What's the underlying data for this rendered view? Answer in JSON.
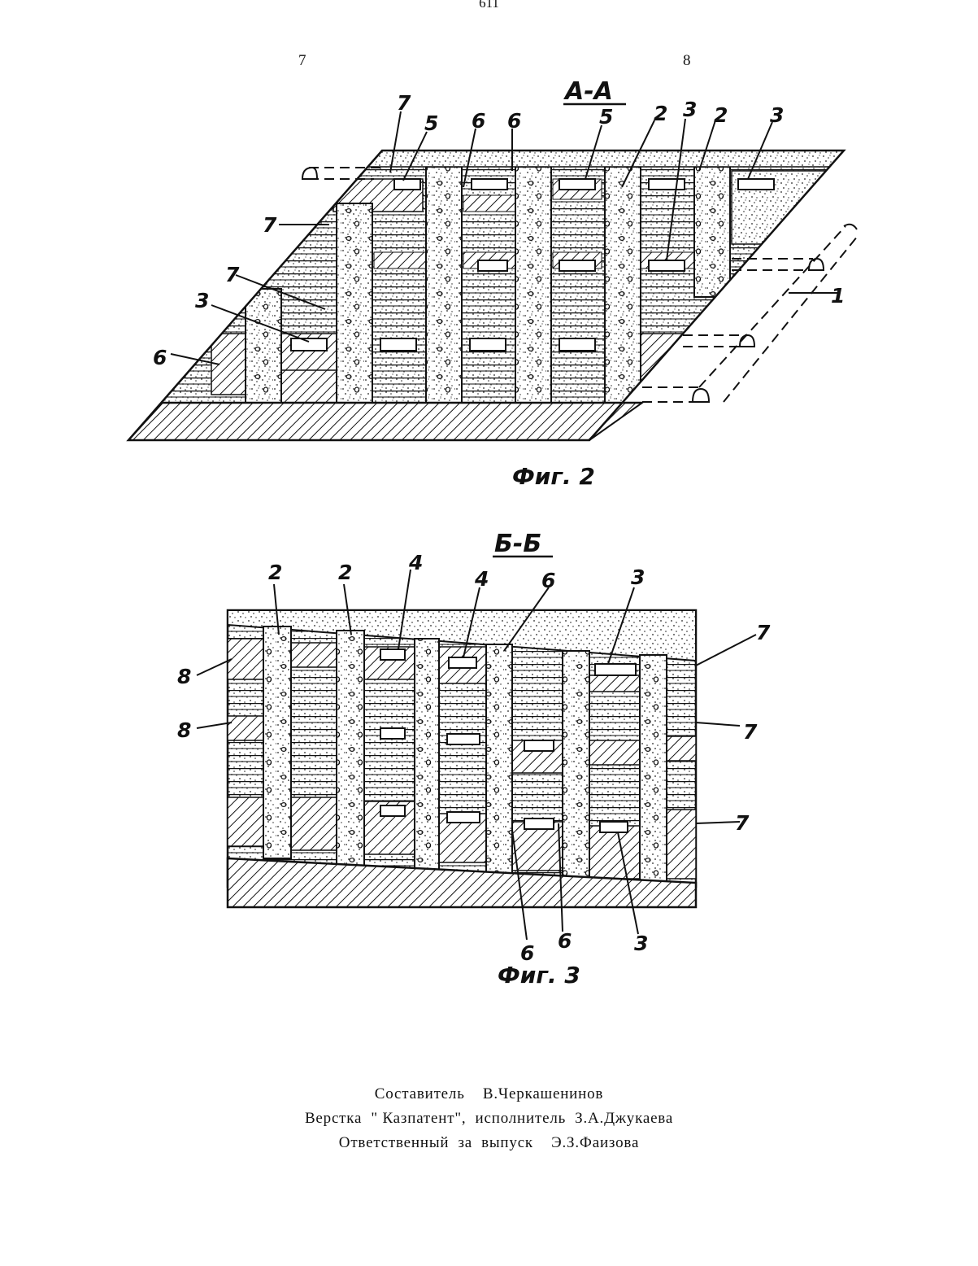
{
  "page_number": "611",
  "column_left": "7",
  "column_right": "8",
  "figure_2": {
    "section_label": "А-А",
    "caption": "Фиг. 2",
    "labels": {
      "l7a": "7",
      "l5a": "5",
      "l6a": "6",
      "l6b": "6",
      "l5b": "5",
      "l2a": "2",
      "l3a": "3",
      "l2b": "2",
      "l3b": "3",
      "l7b": "7",
      "l7c": "7",
      "l3c": "3",
      "l6c": "6",
      "l1": "1"
    }
  },
  "figure_3": {
    "section_label": "Б-Б",
    "caption": "Фиг. 3",
    "labels": {
      "l2a": "2",
      "l2b": "2",
      "l4a": "4",
      "l4b": "4",
      "l6a": "6",
      "l3a": "3",
      "l7a": "7",
      "l8a": "8",
      "l8b": "8",
      "l7b": "7",
      "l7c": "7",
      "l6b": "6",
      "l6c": "6",
      "l3b": "3"
    }
  },
  "credits": {
    "line1": "Составитель    В.Черкашенинов",
    "line2": "Верстка  \" Казпатент\",  исполнитель  З.А.Джукаева",
    "line3": "Ответственный  за  выпуск    Э.З.Фаизова"
  }
}
